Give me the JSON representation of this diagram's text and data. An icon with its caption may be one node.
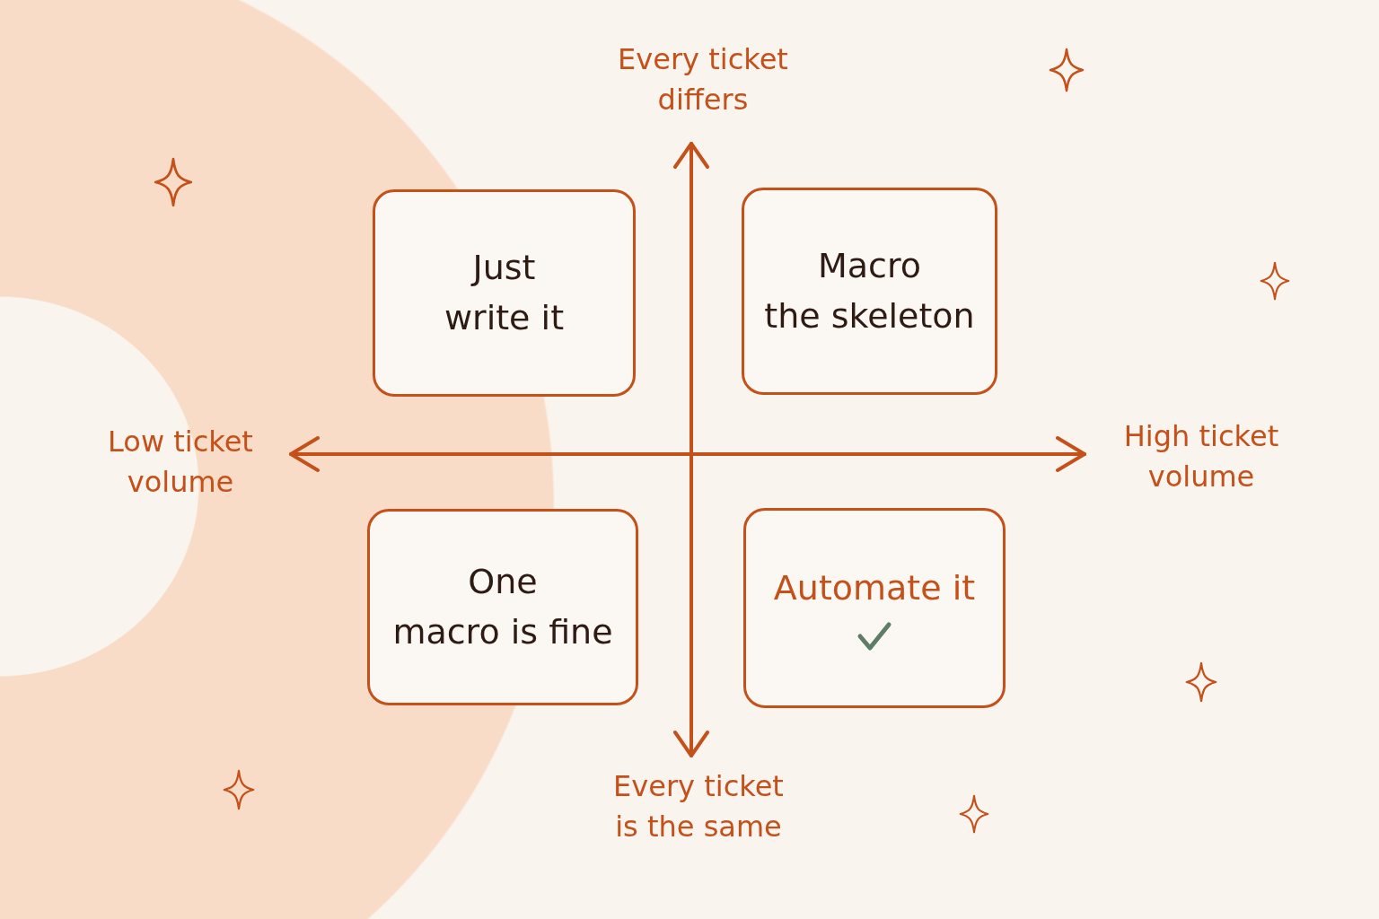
{
  "diagram": {
    "nodes": [
      {
        "text": [
          "Just write it"
        ]
      },
      {
        "text": [
          "Macro the skeleton"
        ]
      },
      {
        "text": [
          "One macro is fine"
        ]
      },
      {
        "text": [
          "Automate it"
        ]
      }
    ],
    "labels": [
      "Every ticket differs",
      "Low ticket volume",
      "High ticket volume",
      "Every ticket is the same"
    ]
  }
}
